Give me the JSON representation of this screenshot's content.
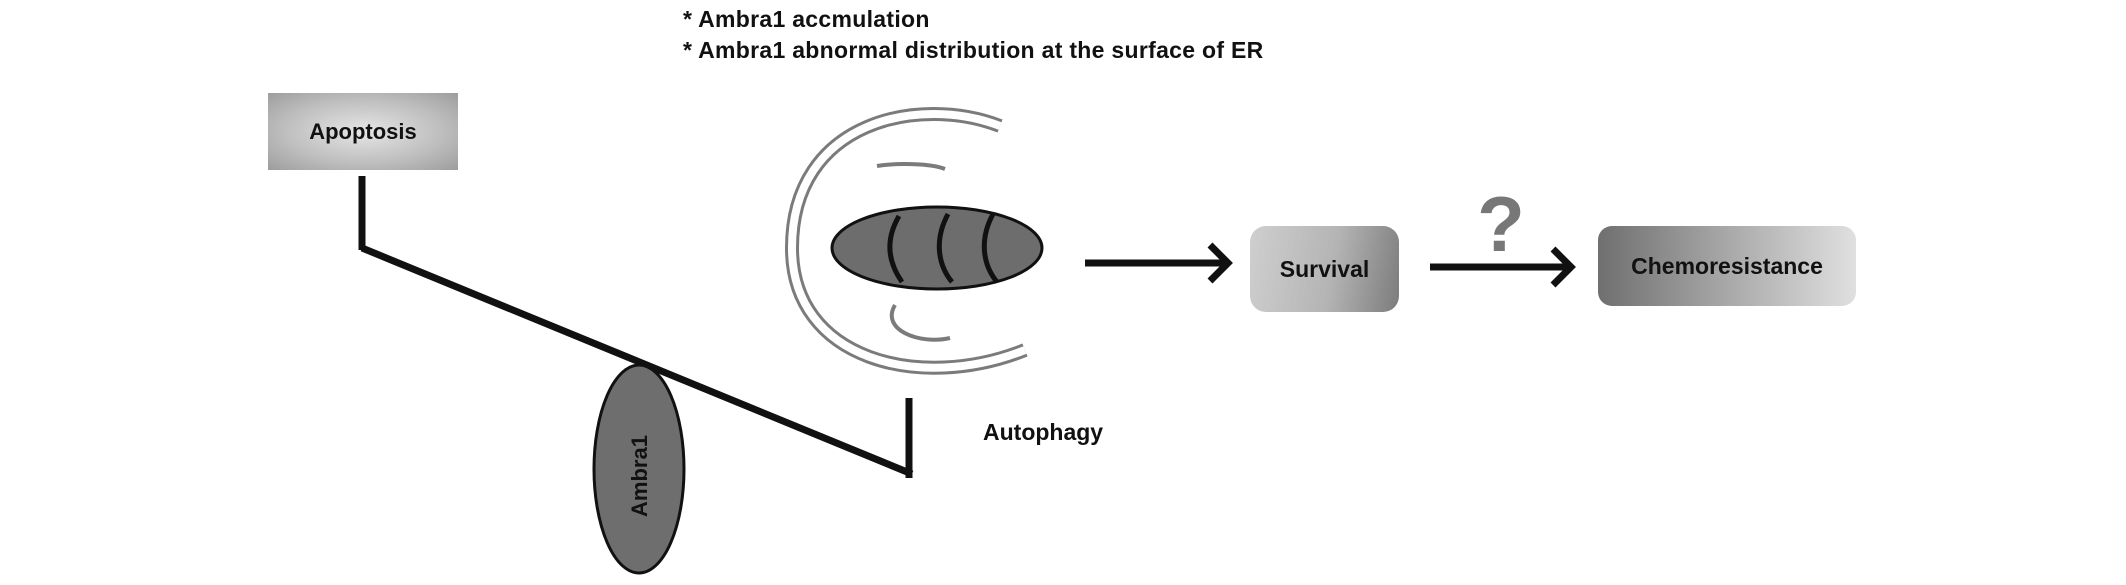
{
  "notes": [
    "* Ambra1 accmulation",
    "* Ambra1 abnormal distribution at the surface of ER"
  ],
  "nodes": {
    "apoptosis": "Apoptosis",
    "ambra1": "Ambra1",
    "autophagy": "Autophagy",
    "survival": "Survival",
    "chemoresistance": "Chemoresistance"
  },
  "edges": {
    "survival_to_chemoresistance_label": "?"
  },
  "colors": {
    "line": "#111111",
    "membrane": "#808080",
    "mitochondrion": "#6d6d6d",
    "ambra1_fill": "#6e6e6e",
    "question_mark": "#777777"
  }
}
